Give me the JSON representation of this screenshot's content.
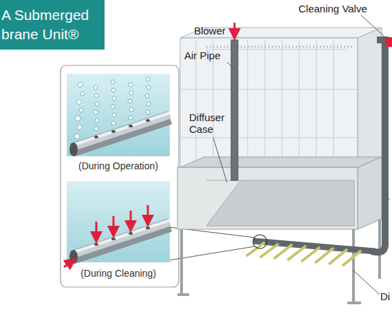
{
  "diagram": {
    "title": "A Submerged brane Unit®",
    "labels": [
      "Blower",
      "Cleaning Valve",
      "Air Pipe",
      "Diffuser Case",
      "(During Operation)",
      "(During Cleaning)",
      "Di"
    ]
  }
}
